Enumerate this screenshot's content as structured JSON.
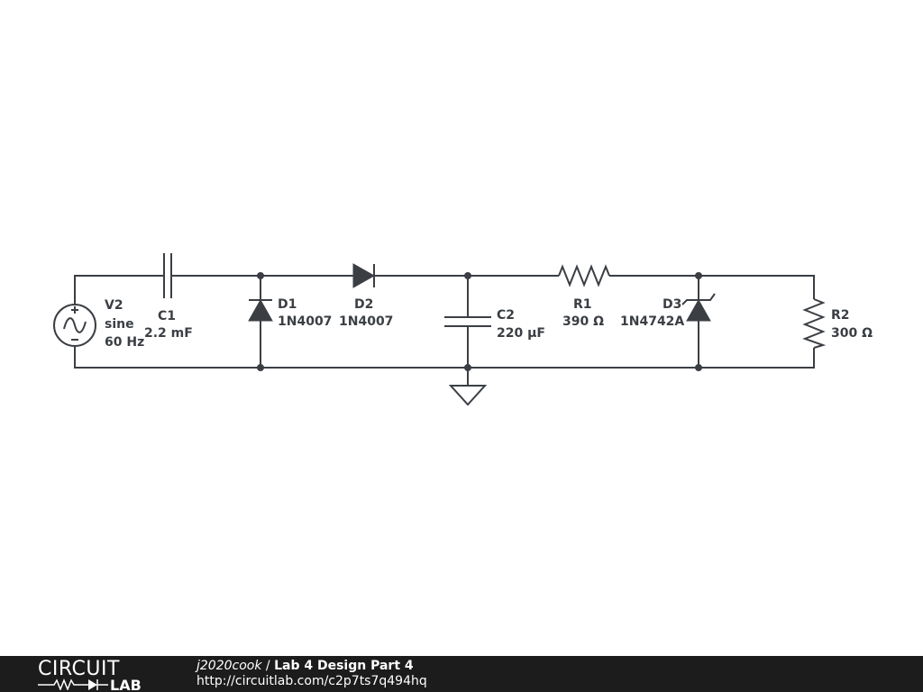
{
  "components": {
    "v2": {
      "ref": "V2",
      "type": "sine",
      "value": "60 Hz"
    },
    "c1": {
      "ref": "C1",
      "value": "2.2 mF"
    },
    "d1": {
      "ref": "D1",
      "value": "1N4007"
    },
    "d2": {
      "ref": "D2",
      "value": "1N4007"
    },
    "c2": {
      "ref": "C2",
      "value": "220 µF"
    },
    "r1": {
      "ref": "R1",
      "value": "390 Ω"
    },
    "d3": {
      "ref": "D3",
      "value": "1N4742A"
    },
    "r2": {
      "ref": "R2",
      "value": "300 Ω"
    }
  },
  "footer": {
    "logo_top": "CIRCUIT",
    "logo_bottom": "LAB",
    "user": "j2020cook",
    "separator": " / ",
    "title": "Lab 4 Design Part 4",
    "url": "http://circuitlab.com/c2p7ts7q494hq"
  },
  "colors": {
    "wire": "#3b3f44",
    "footer_bg": "#1c1c1c",
    "footer_text": "#ffffff"
  }
}
